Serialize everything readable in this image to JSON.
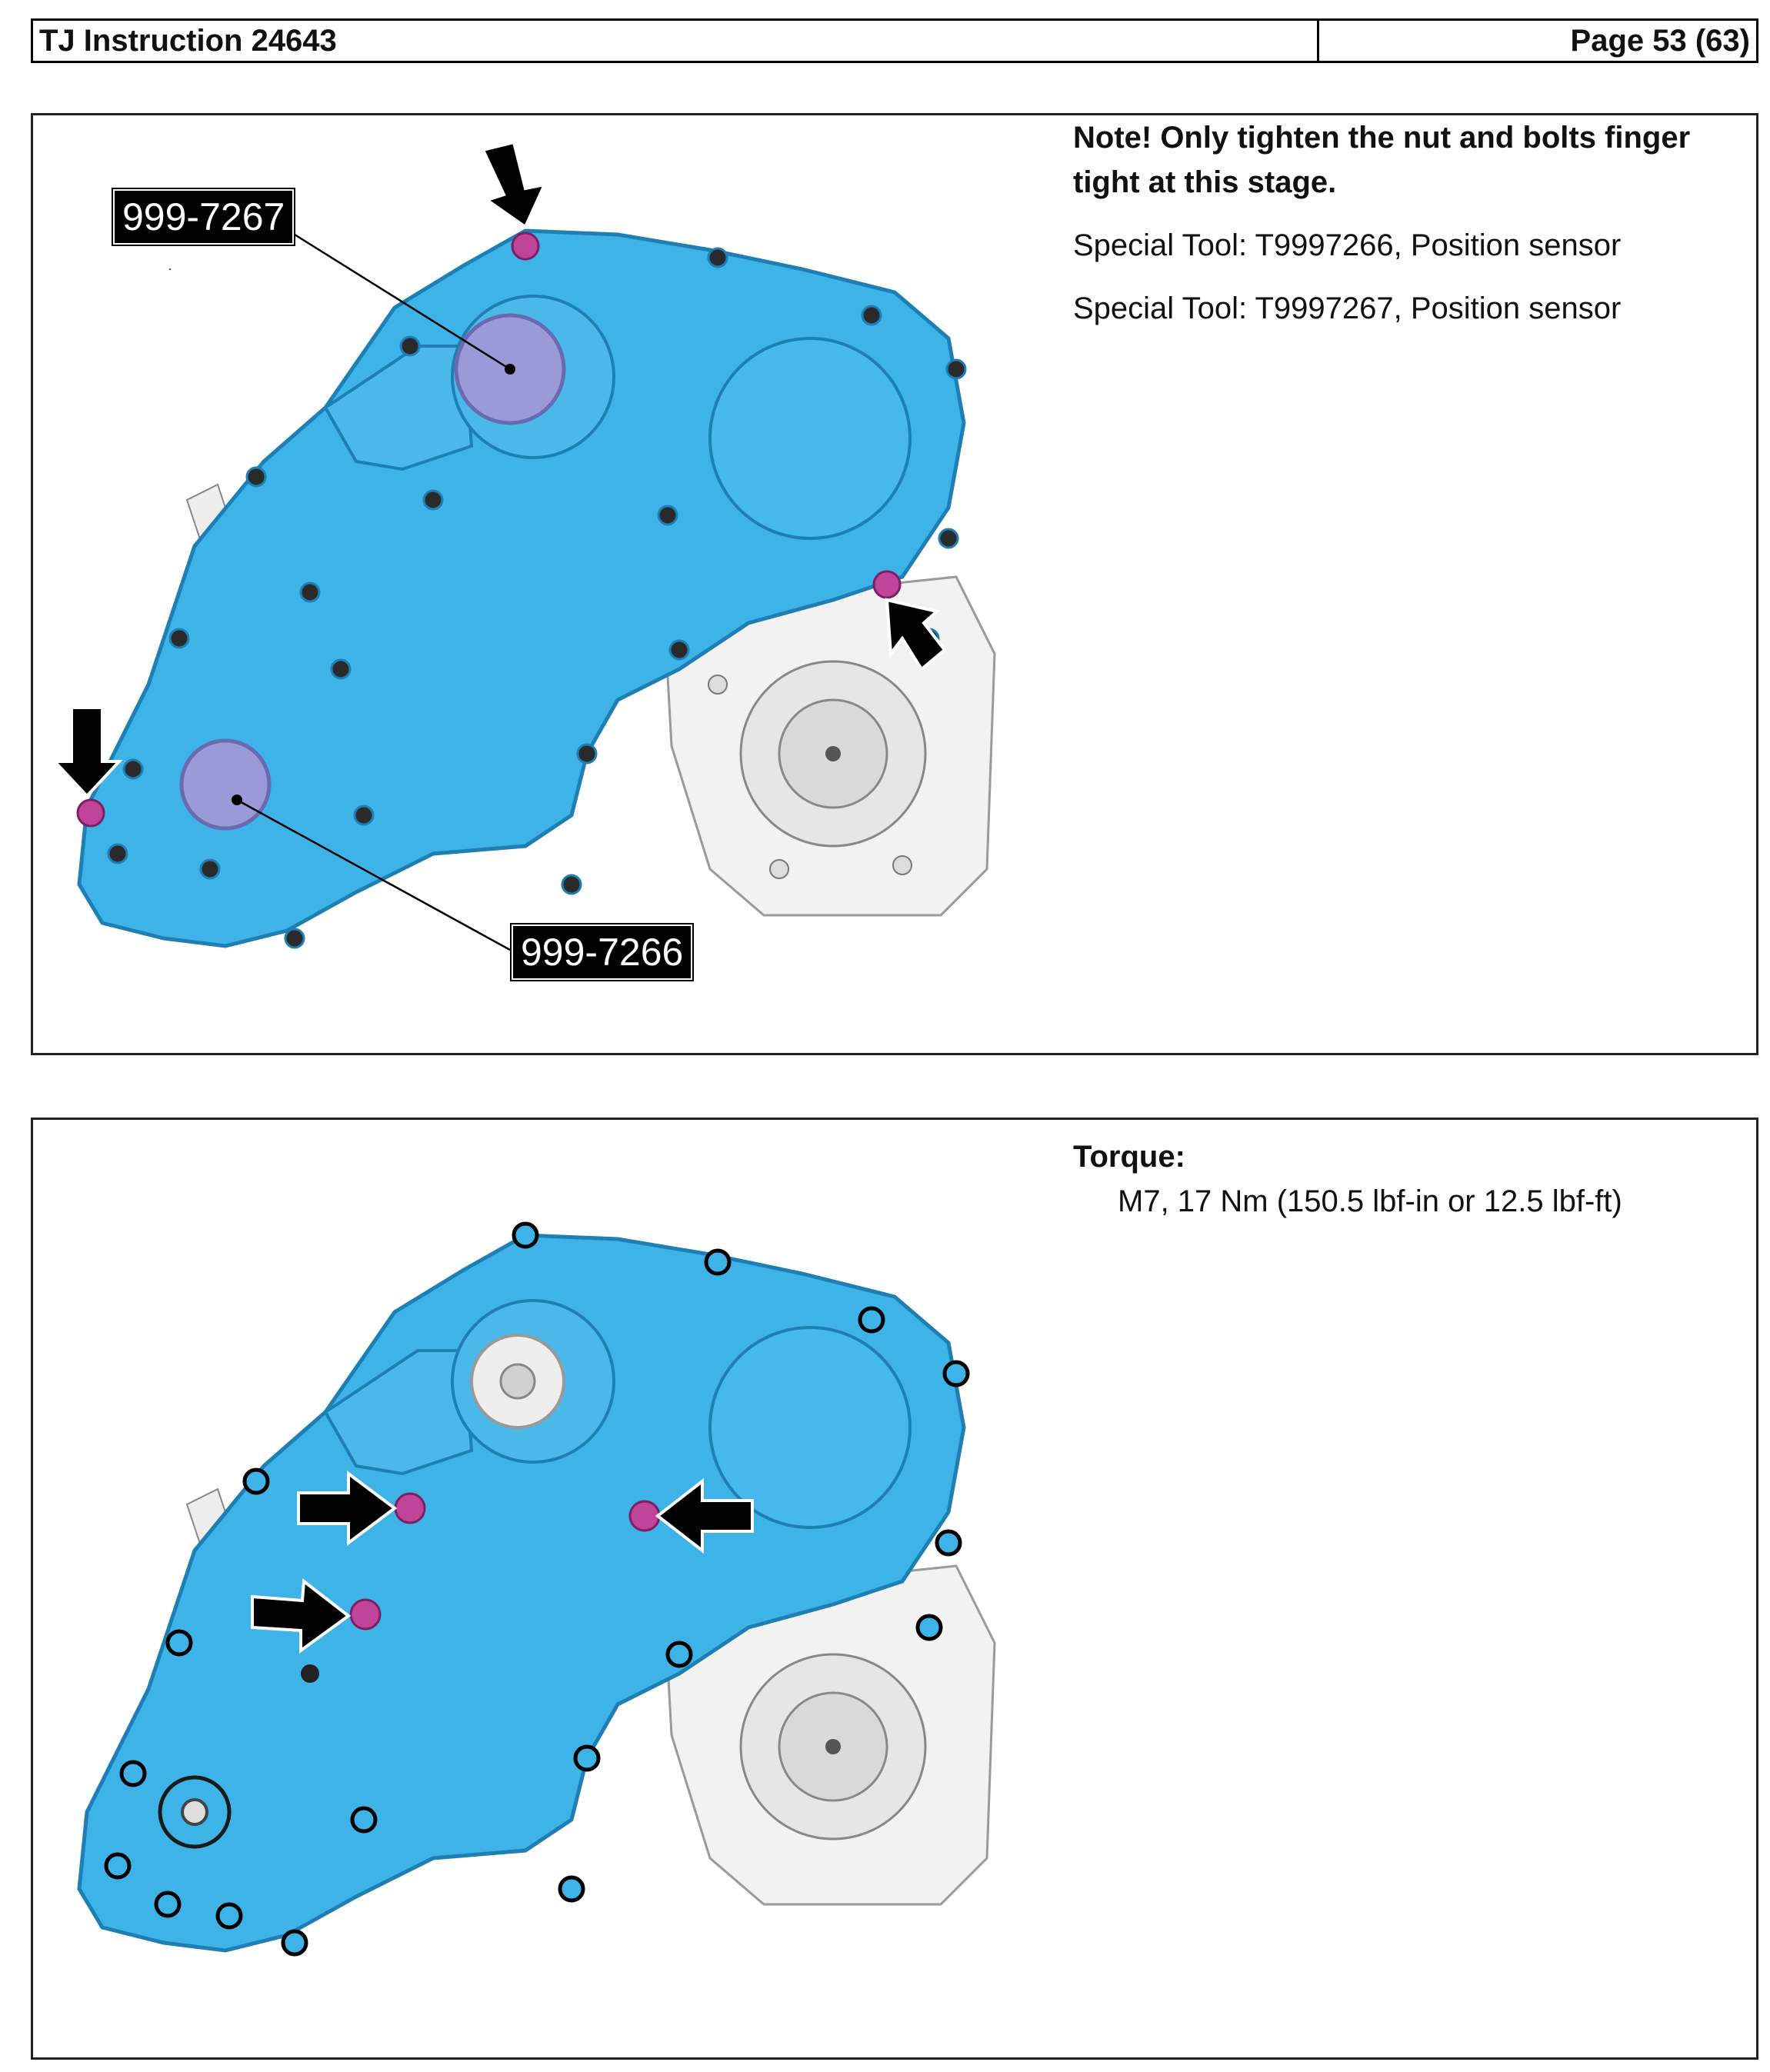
{
  "header": {
    "title": "TJ Instruction 24643",
    "page": "Page 53 (63)"
  },
  "panel1": {
    "note": "Note!  Only tighten the nut and bolts finger tight at this stage.",
    "tools": [
      "Special Tool: T9997266, Position sensor",
      "Special Tool: T9997267, Position sensor"
    ],
    "callouts": [
      "999-7267",
      "999-7266"
    ]
  },
  "panel2": {
    "torque_title": "Torque:",
    "torque_value": "M7,  17 Nm (150.5 lbf-in or 12.5 lbf-ft)"
  },
  "colors": {
    "cover_blue": "#3db3e8",
    "cover_dark": "#1d7fb4",
    "highlight_bolt": "#c0449a",
    "sensor": "#9a9ad8"
  }
}
